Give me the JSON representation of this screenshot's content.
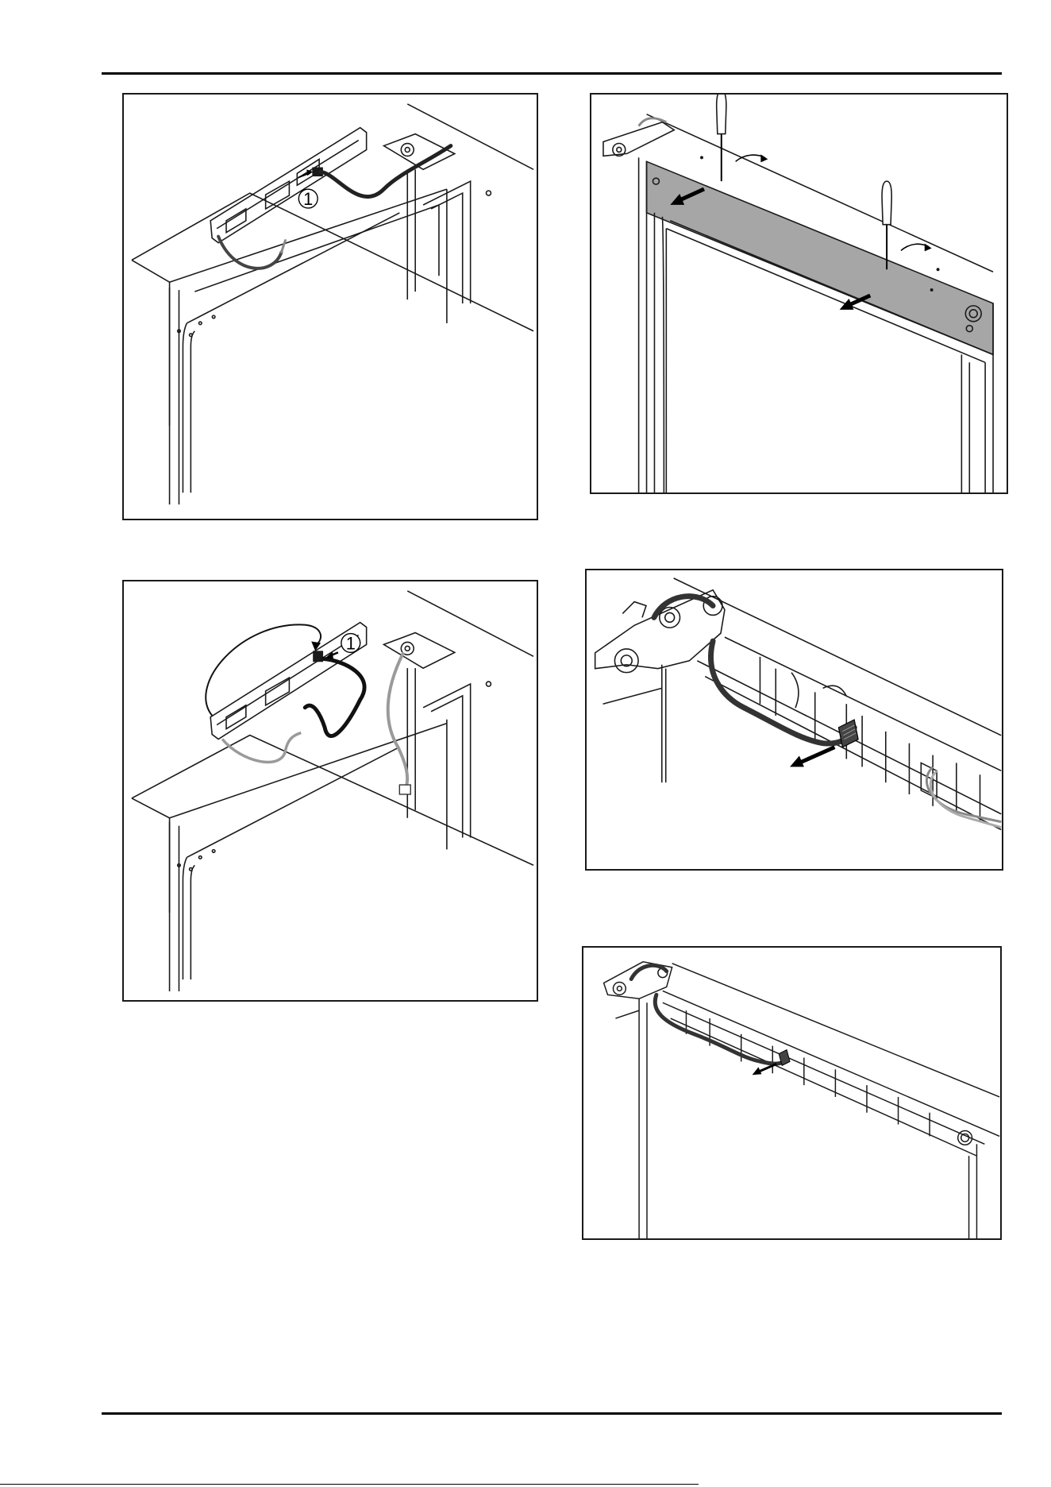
{
  "figures": [
    {
      "id": "fig-1",
      "callout": "1",
      "caption": ""
    },
    {
      "id": "fig-2",
      "caption": ""
    },
    {
      "id": "fig-3",
      "callout": "1",
      "caption": ""
    },
    {
      "id": "fig-4",
      "caption": ""
    },
    {
      "id": "fig-5",
      "caption": ""
    }
  ],
  "colors": {
    "line": "#1a1a1a",
    "cable": "#222222",
    "cable_light": "#9a9a9a",
    "cover_strip": "#a6a6a6"
  }
}
